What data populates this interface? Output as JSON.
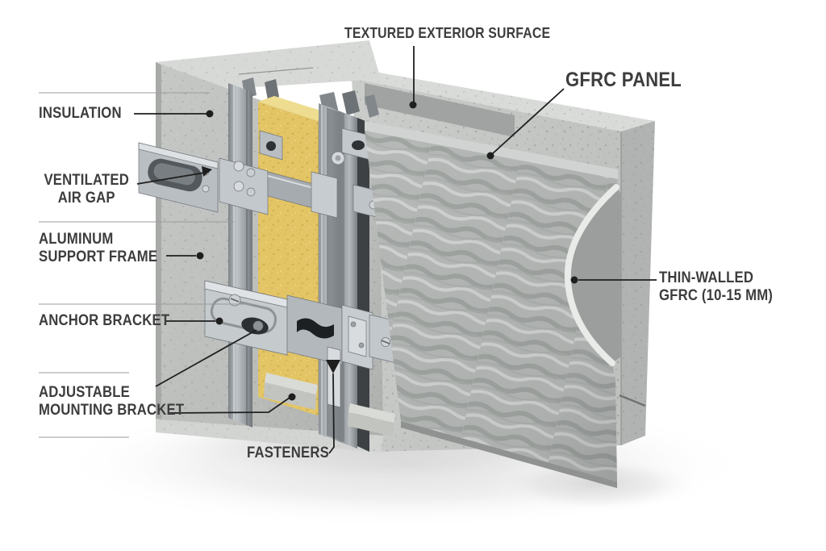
{
  "diagram": {
    "labels": {
      "textured_exterior_surface": "TEXTURED EXTERIOR SURFACE",
      "gfrc_panel": "GFRC PANEL",
      "insulation": "INSULATION",
      "ventilated_air_gap": "VENTILATED\nAIR GAP",
      "aluminum_support_frame": "ALUMINUM\nSUPPORT FRAME",
      "anchor_bracket": "ANCHOR BRACKET",
      "adjustable_mounting_bracket": "ADJUSTABLE\nMOUNTING BRACKET",
      "fasteners": "FASTENERS",
      "thin_walled_gfrc": "THIN-WALLED\nGFRC (10-15 MM)"
    },
    "colors": {
      "background": "#ffffff",
      "label_text": "#3d3d3d",
      "leader_line": "#1f1f1f",
      "insulation_yellow": "#e3c566",
      "concrete_gray": "#c5c7c5",
      "metal_gray": "#a9aeb2",
      "gfrc_texture_gray": "#b6b9b7"
    }
  }
}
